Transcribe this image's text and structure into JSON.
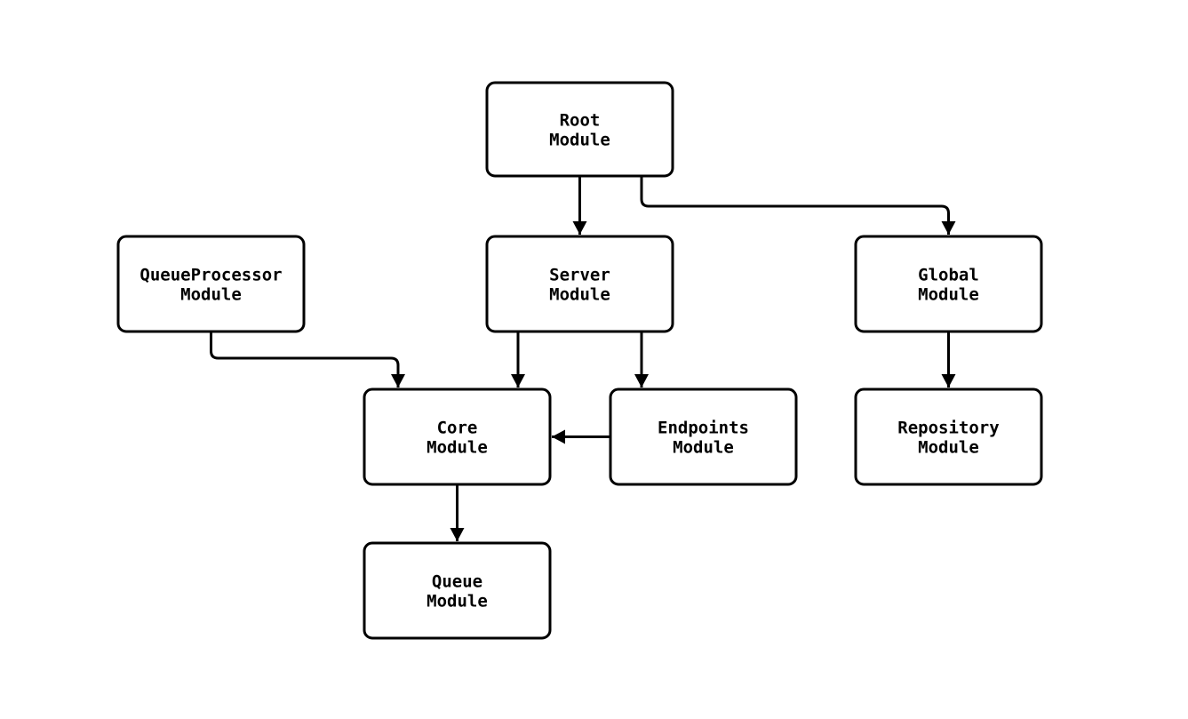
{
  "diagram": {
    "type": "flowchart",
    "direction": "top-down",
    "background_color": "#ffffff",
    "node_fill_color": "#ffffff",
    "node_border_color": "#000000",
    "edge_color": "#000000",
    "text_color": "#000000",
    "nodes": {
      "root": {
        "label": "Root Module",
        "line1": "Root",
        "line2": "Module"
      },
      "queueprocessor": {
        "label": "QueueProcessor Module",
        "line1": "QueueProcessor",
        "line2": "Module"
      },
      "server": {
        "label": "Server Module",
        "line1": "Server",
        "line2": "Module"
      },
      "global": {
        "label": "Global Module",
        "line1": "Global",
        "line2": "Module"
      },
      "core": {
        "label": "Core Module",
        "line1": "Core",
        "line2": "Module"
      },
      "endpoints": {
        "label": "Endpoints Module",
        "line1": "Endpoints",
        "line2": "Module"
      },
      "repository": {
        "label": "Repository Module",
        "line1": "Repository",
        "line2": "Module"
      },
      "queue": {
        "label": "Queue Module",
        "line1": "Queue",
        "line2": "Module"
      }
    },
    "edges": [
      {
        "from": "Root Module",
        "to": "Server Module"
      },
      {
        "from": "Root Module",
        "to": "Global Module"
      },
      {
        "from": "QueueProcessor Module",
        "to": "Core Module"
      },
      {
        "from": "Server Module",
        "to": "Core Module"
      },
      {
        "from": "Server Module",
        "to": "Endpoints Module"
      },
      {
        "from": "Endpoints Module",
        "to": "Core Module"
      },
      {
        "from": "Global Module",
        "to": "Repository Module"
      },
      {
        "from": "Core Module",
        "to": "Queue Module"
      }
    ]
  }
}
